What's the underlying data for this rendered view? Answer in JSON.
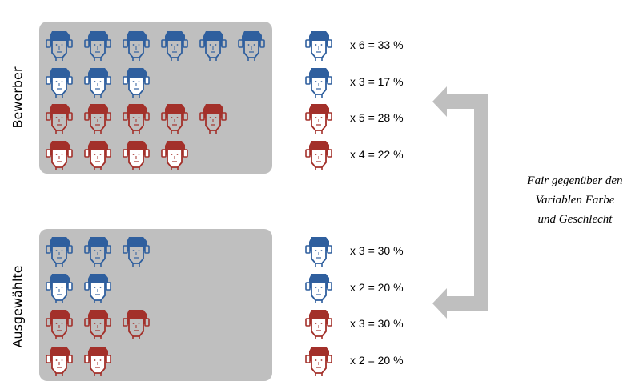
{
  "labels": {
    "applicants": "Bewerber",
    "selected": "Ausgewählte"
  },
  "colors": {
    "blue": "#2f5f9e",
    "red": "#a3302a",
    "panel": "#bfbfbf",
    "arrow": "#bfbfbf"
  },
  "groups": {
    "applicants": [
      {
        "color": "blue",
        "fill": "filled",
        "count": 6,
        "text": "x 6 = 33 %"
      },
      {
        "color": "blue",
        "fill": "outline",
        "count": 3,
        "text": "x 3 = 17 %"
      },
      {
        "color": "red",
        "fill": "filled",
        "count": 5,
        "text": "x 5 = 28 %"
      },
      {
        "color": "red",
        "fill": "outline",
        "count": 4,
        "text": "x 4 = 22 %"
      }
    ],
    "selected": [
      {
        "color": "blue",
        "fill": "filled",
        "count": 3,
        "text": "x 3 = 30 %"
      },
      {
        "color": "blue",
        "fill": "outline",
        "count": 2,
        "text": "x 2 = 20 %"
      },
      {
        "color": "red",
        "fill": "filled",
        "count": 3,
        "text": "x 3 = 30 %"
      },
      {
        "color": "red",
        "fill": "outline",
        "count": 2,
        "text": "x 2 = 20 %"
      }
    ]
  },
  "note": {
    "line1": "Fair gegenüber den",
    "line2": "Variablen Farbe",
    "line3": "und Geschlecht"
  },
  "icon": "face-icon"
}
